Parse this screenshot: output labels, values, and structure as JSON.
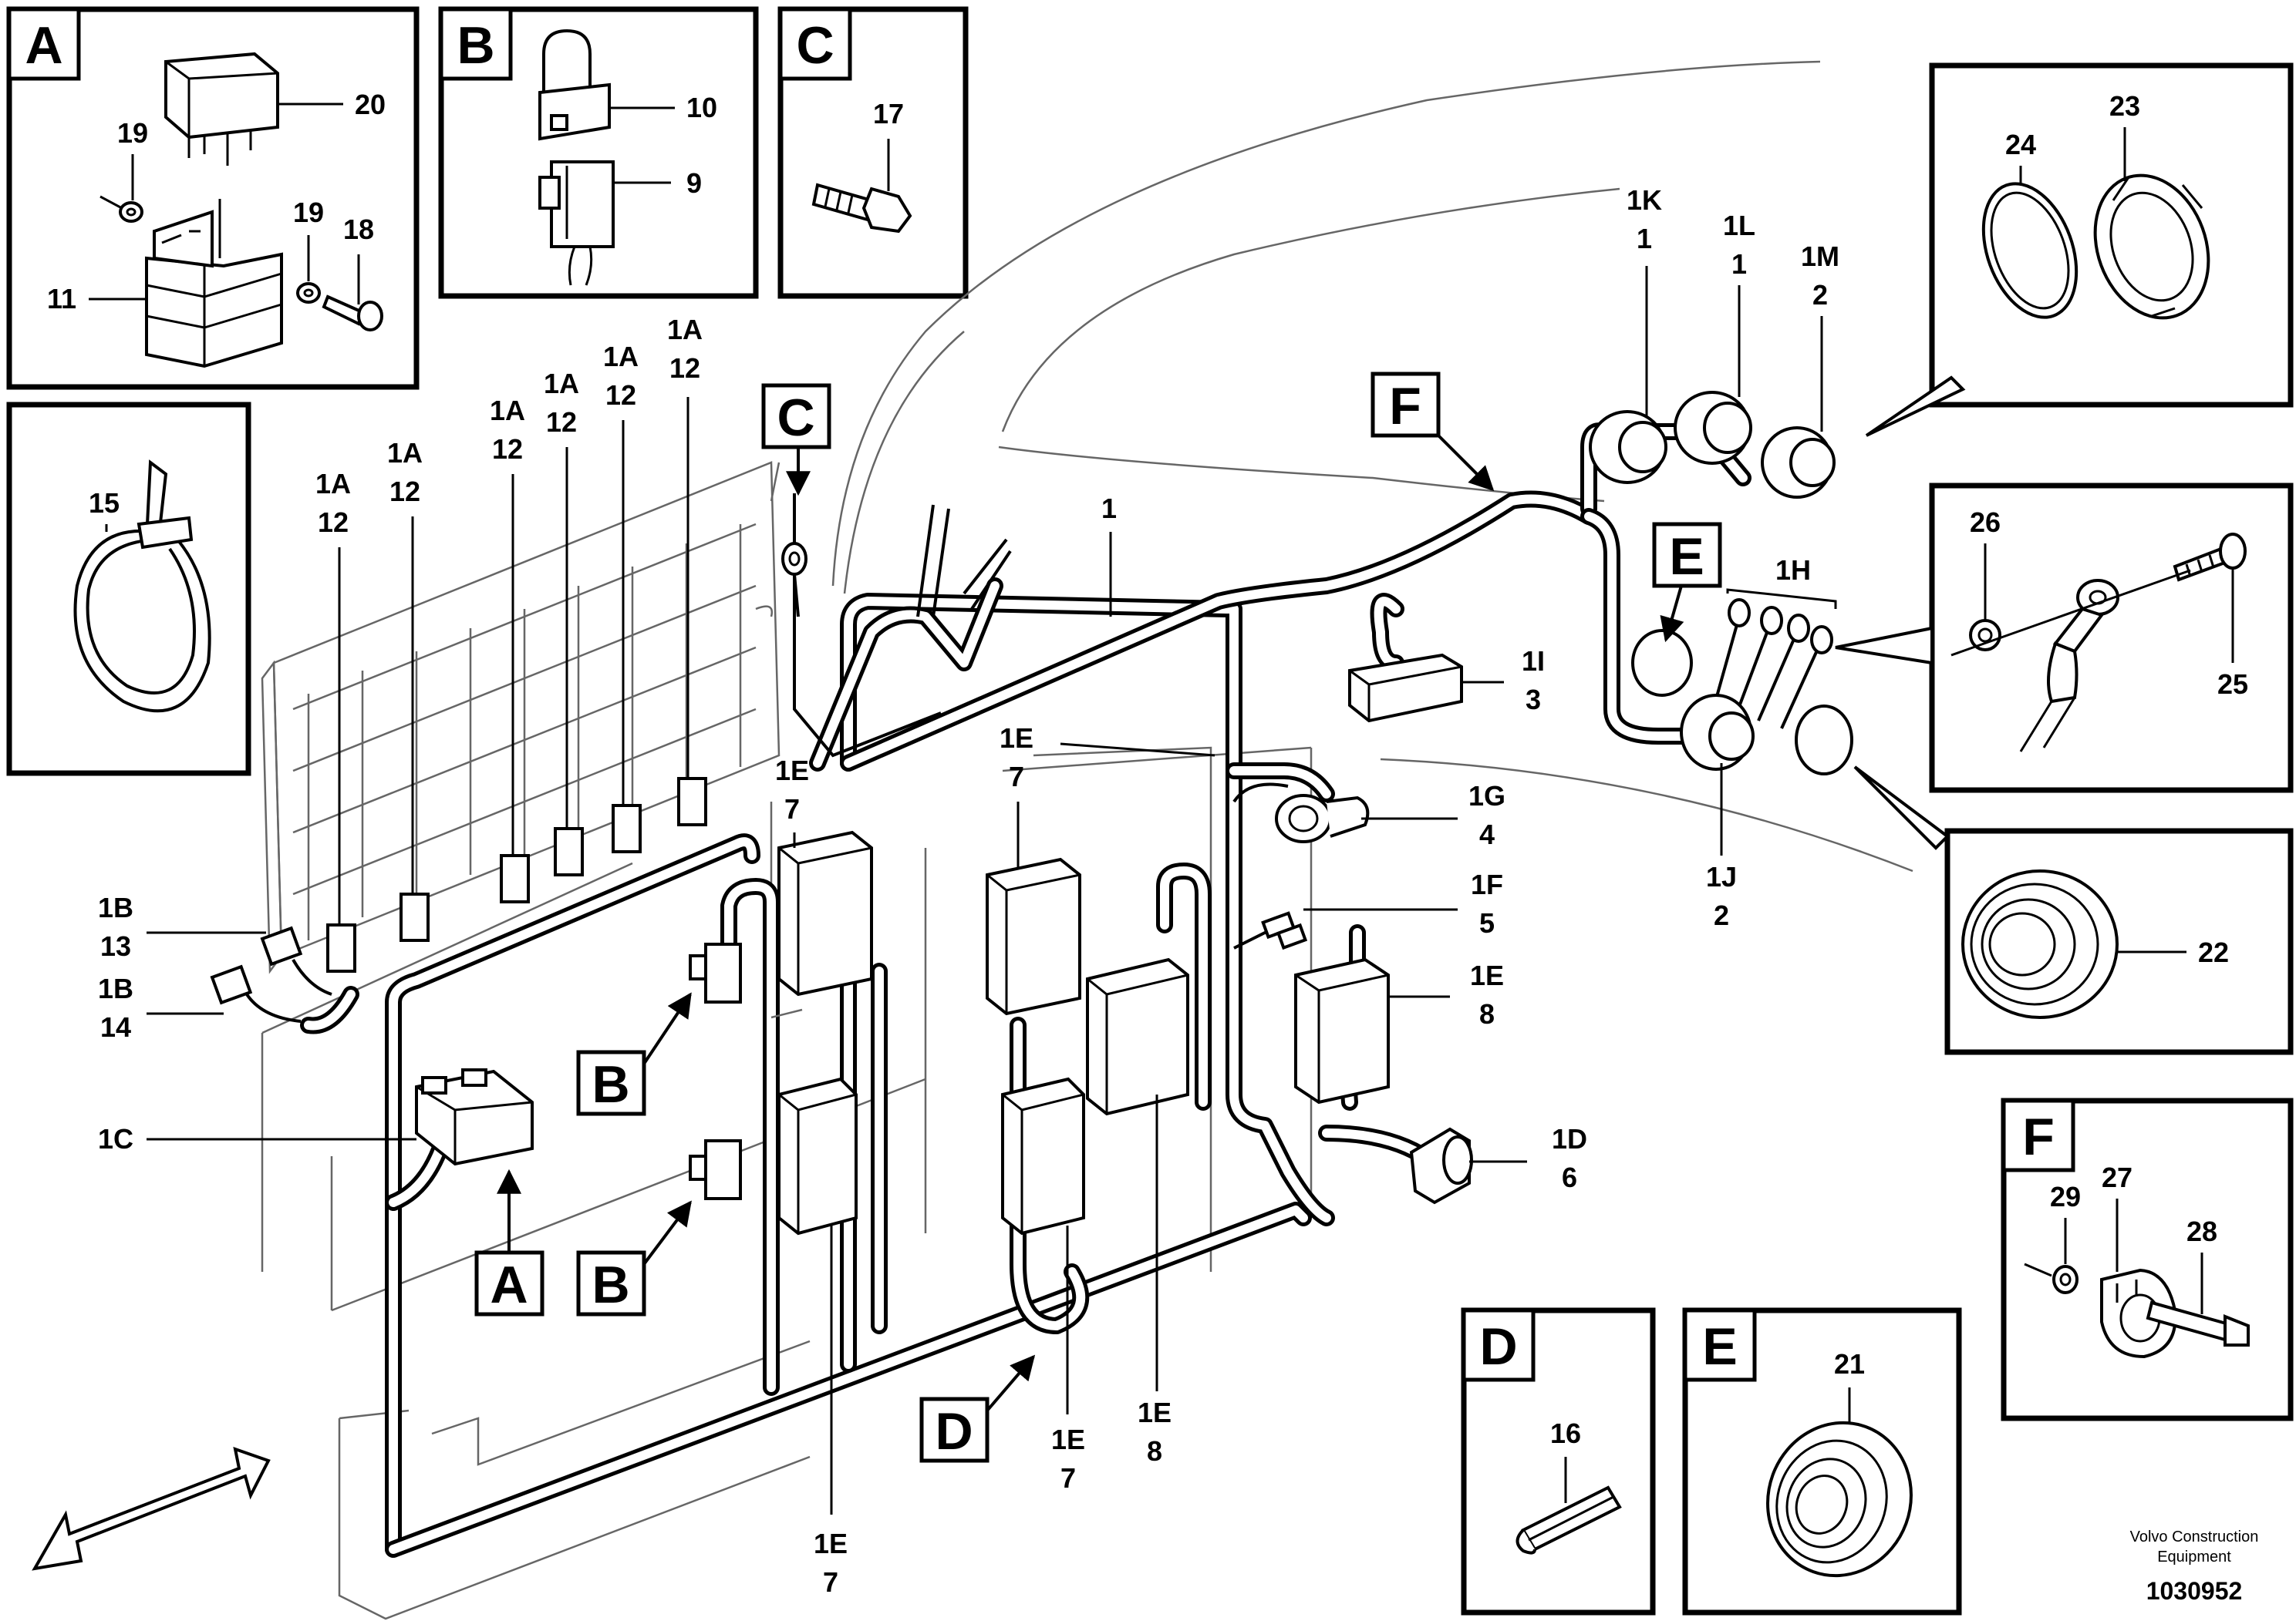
{
  "drawing": {
    "publisher_line1": "Volvo Construction",
    "publisher_line2": "Equipment",
    "drawing_number": "1030952"
  },
  "detail_boxes": {
    "A": {
      "letter": "A",
      "labels": [
        "20",
        "19",
        "19",
        "18",
        "11"
      ]
    },
    "B": {
      "letter": "B",
      "labels": [
        "10",
        "9"
      ]
    },
    "C": {
      "letter": "C",
      "labels": [
        "17"
      ]
    },
    "tie": {
      "labels": [
        "15"
      ]
    },
    "nuts": {
      "labels": [
        "24",
        "23"
      ]
    },
    "ring": {
      "labels": [
        "26",
        "25"
      ]
    },
    "grommet": {
      "labels": [
        "22"
      ]
    },
    "F": {
      "letter": "F",
      "labels": [
        "29",
        "27",
        "28"
      ]
    },
    "D": {
      "letter": "D",
      "labels": [
        "16"
      ]
    },
    "E": {
      "letter": "E",
      "labels": [
        "21"
      ]
    }
  },
  "main_callouts": {
    "harness_1A": [
      {
        "code": "1A",
        "qty": "12"
      },
      {
        "code": "1A",
        "qty": "12"
      },
      {
        "code": "1A",
        "qty": "12"
      },
      {
        "code": "1A",
        "qty": "12"
      },
      {
        "code": "1A",
        "qty": "12"
      },
      {
        "code": "1A",
        "qty": "12"
      }
    ],
    "b13": {
      "code": "1B",
      "qty": "13"
    },
    "b14": {
      "code": "1B",
      "qty": "14"
    },
    "c1": {
      "code": "1C"
    },
    "d6": {
      "code": "1D",
      "qty": "6"
    },
    "e7_top_left": {
      "code": "1E",
      "qty": "7"
    },
    "e7_top_mid": {
      "code": "1E",
      "qty": "7"
    },
    "e8_right": {
      "code": "1E",
      "qty": "8"
    },
    "e8_bottom": {
      "code": "1E",
      "qty": "8"
    },
    "e7_bottom_mid": {
      "code": "1E",
      "qty": "7"
    },
    "e7_bottom_left": {
      "code": "1E",
      "qty": "7"
    },
    "f5": {
      "code": "1F",
      "qty": "5"
    },
    "g4": {
      "code": "1G",
      "qty": "4"
    },
    "h": {
      "code": "1H"
    },
    "i3": {
      "code": "1I",
      "qty": "3"
    },
    "j2": {
      "code": "1J",
      "qty": "2"
    },
    "k1": {
      "code": "1K",
      "qty": "1"
    },
    "l1": {
      "code": "1L",
      "qty": "1"
    },
    "m2": {
      "code": "1M",
      "qty": "2"
    },
    "main_harness": "1"
  },
  "reference_tags": {
    "C": "C",
    "F": "F",
    "E": "E",
    "B_upper": "B",
    "B_lower": "B",
    "A": "A",
    "D": "D"
  }
}
